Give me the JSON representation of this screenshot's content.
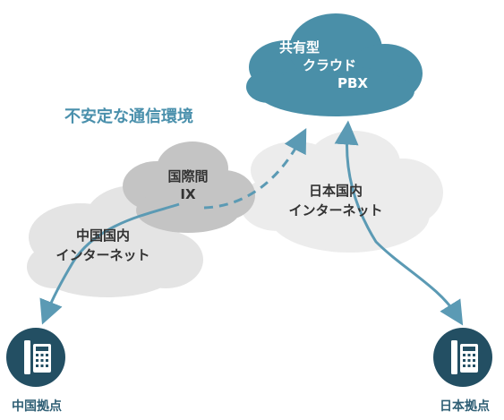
{
  "headline": "不安定な通信環境",
  "pbx": {
    "line1": "共有型",
    "line2": "クラウド",
    "line3": "PBX"
  },
  "ix_cloud": {
    "line1": "国際間",
    "line2": "IX"
  },
  "china_cloud": {
    "line1": "中国国内",
    "line2": "インターネット"
  },
  "japan_cloud": {
    "line1": "日本国内",
    "line2": "インターネット"
  },
  "sites": {
    "china": "中国拠点",
    "japan": "日本拠点"
  },
  "icons": {
    "china_phone": "phone-icon",
    "japan_phone": "phone-icon"
  },
  "colors": {
    "pbx_cloud": "#4a8fa8",
    "network_cloud_light": "#ececec",
    "network_cloud_mid": "#e0e0e0",
    "ix_cloud": "#c4c4c4",
    "path": "#5b9ab4",
    "phone": "#234f63",
    "headline": "#4a90ac"
  }
}
